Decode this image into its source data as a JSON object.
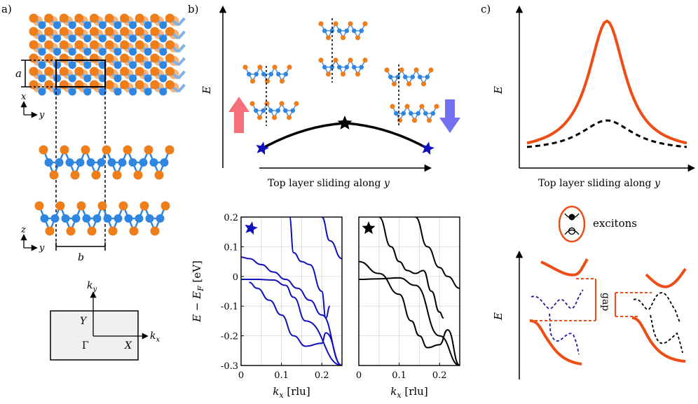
{
  "colors": {
    "orange_atom": "#ee7d1a",
    "orange_light": "#f6b37a",
    "blue_atom": "#2f86e0",
    "blue_bond": "#7fb2ea",
    "curve_red": "#ee4e15",
    "arrow_up": "#f4707a",
    "arrow_down": "#7070f0",
    "band_blue": "#1111bb",
    "band_black": "#000000"
  },
  "panel_a": {
    "label": "a)",
    "lattice_a": "a",
    "lattice_b": "b",
    "axes_top": {
      "x": "x",
      "y": "y"
    },
    "axes_side": {
      "z": "z",
      "y": "y"
    },
    "bz": {
      "ky": "k",
      "ky_sub": "y",
      "kx": "k",
      "kx_sub": "x",
      "Y": "Y",
      "Gamma": "Γ",
      "X": "X"
    }
  },
  "panel_b": {
    "label": "b)",
    "ylabel": "E",
    "xlabel_pre": "Top layer sliding along ",
    "xlabel_var": "y",
    "marker_blue": "blue-star-icon",
    "marker_black": "black-star-icon",
    "energy_profile": {
      "points": [
        [
          0,
          0.0
        ],
        [
          0.5,
          1.0
        ],
        [
          1.0,
          0.0
        ]
      ]
    }
  },
  "panel_c": {
    "label": "c)",
    "ylabel": "E",
    "xlabel_pre": "Top layer sliding along ",
    "xlabel_var": "y",
    "exciton_label": "excitons",
    "gap_label": "gap",
    "ylabel2": "E"
  },
  "chart_data": [
    {
      "type": "line",
      "marker": "blue-star",
      "xlabel": "k",
      "xlabel_sub": "x",
      "xlabel_unit": "[rlu]",
      "ylabel": "E − E",
      "ylabel_sub": "F",
      "ylabel_unit": "[eV]",
      "xlim": [
        0,
        0.25
      ],
      "ylim": [
        -0.3,
        0.2
      ],
      "xticks": [
        "0",
        "0.1",
        "0.2"
      ],
      "yticks": [
        "0.2",
        "0.1",
        "0",
        "-0.1",
        "-0.2",
        "-0.3"
      ],
      "series": [
        {
          "x": [
            0,
            0.02,
            0.05,
            0.08,
            0.11,
            0.14,
            0.17,
            0.2,
            0.25
          ],
          "y": [
            0.065,
            0.06,
            0.04,
            0.015,
            -0.01,
            -0.04,
            -0.08,
            -0.13,
            -0.3
          ]
        },
        {
          "x": [
            0,
            0.04,
            0.08,
            0.11,
            0.13,
            0.16,
            0.25
          ],
          "y": [
            -0.01,
            -0.01,
            -0.012,
            -0.03,
            -0.07,
            -0.15,
            -0.3
          ]
        },
        {
          "x": [
            0.02,
            0.04,
            0.07,
            0.1,
            0.13,
            0.16,
            0.2,
            0.21,
            0.25
          ],
          "y": [
            -0.02,
            -0.04,
            -0.08,
            -0.13,
            -0.2,
            -0.235,
            -0.225,
            -0.19,
            -0.3
          ]
        },
        {
          "x": [
            0.12,
            0.13,
            0.15,
            0.17,
            0.2,
            0.21,
            0.22
          ],
          "y": [
            0.2,
            0.08,
            0.05,
            0.04,
            -0.05,
            -0.14,
            -0.1
          ]
        },
        {
          "x": [
            0.2,
            0.22,
            0.25
          ],
          "y": [
            0.2,
            0.12,
            0.06
          ]
        }
      ]
    },
    {
      "type": "line",
      "marker": "black-star",
      "xlabel": "k",
      "xlabel_sub": "x",
      "xlabel_unit": "[rlu]",
      "xlim": [
        0,
        0.25
      ],
      "ylim": [
        -0.3,
        0.2
      ],
      "xticks": [
        "0",
        "0.1",
        "0.2"
      ],
      "series": [
        {
          "x": [
            0,
            0.05,
            0.1,
            0.14,
            0.2,
            0.25
          ],
          "y": [
            -0.01,
            -0.008,
            -0.005,
            -0.03,
            -0.2,
            -0.3
          ]
        },
        {
          "x": [
            0,
            0.05,
            0.1,
            0.13,
            0.15,
            0.17,
            0.2,
            0.22,
            0.25
          ],
          "y": [
            0.05,
            0.01,
            -0.06,
            -0.15,
            -0.2,
            -0.24,
            -0.23,
            -0.18,
            -0.3
          ]
        },
        {
          "x": [
            0.05,
            0.08,
            0.1,
            0.12,
            0.14,
            0.16,
            0.18,
            0.2,
            0.21
          ],
          "y": [
            0.2,
            0.1,
            0.05,
            0.02,
            0.01,
            0.02,
            -0.05,
            -0.12,
            -0.14
          ]
        },
        {
          "x": [
            0.14,
            0.17,
            0.2,
            0.22,
            0.25
          ],
          "y": [
            0.2,
            0.1,
            0.03,
            0.0,
            -0.04
          ]
        }
      ]
    }
  ]
}
